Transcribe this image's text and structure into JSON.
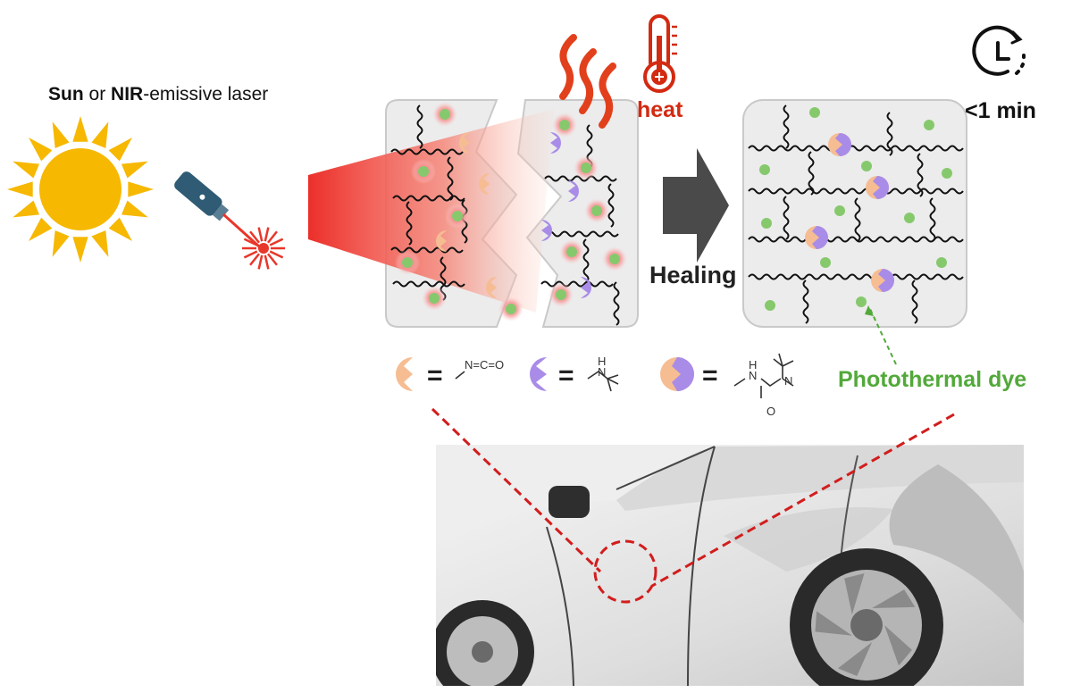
{
  "light_source": {
    "sun": "Sun",
    "or": "or",
    "nir": "NIR",
    "rest": "-emissive laser"
  },
  "heat_label": "heat",
  "time_label": "<1 min",
  "arrow_label": "Healing",
  "dye_label": "Photothermal dye",
  "legend": [
    {
      "shape": "isocyanate-halfdisc",
      "formula": "N=C=O"
    },
    {
      "shape": "hindered-amine-pacman",
      "formula": "N-H"
    },
    {
      "shape": "hindered-urea-joined",
      "formula": "HN-C(=O)-N"
    }
  ],
  "equals": "=",
  "chem_atoms": {
    "n": "N",
    "h": "H",
    "o": "O",
    "nco": "N=C=O"
  },
  "colors": {
    "sun": "#f6b800",
    "laser_beam": "#e8362a",
    "heat_red": "#d32a12",
    "isocyanate": "#f6bd93",
    "amine": "#a98ce8",
    "dye_green": "#86c96d",
    "dye_glow": "#f27373",
    "panel": "#ececec",
    "guide_line": "#d21d1d"
  },
  "icons": [
    "sun-icon",
    "laser-pointer-icon",
    "thermometer-icon",
    "clock-icon",
    "heat-waves-icon",
    "car-illustration"
  ]
}
